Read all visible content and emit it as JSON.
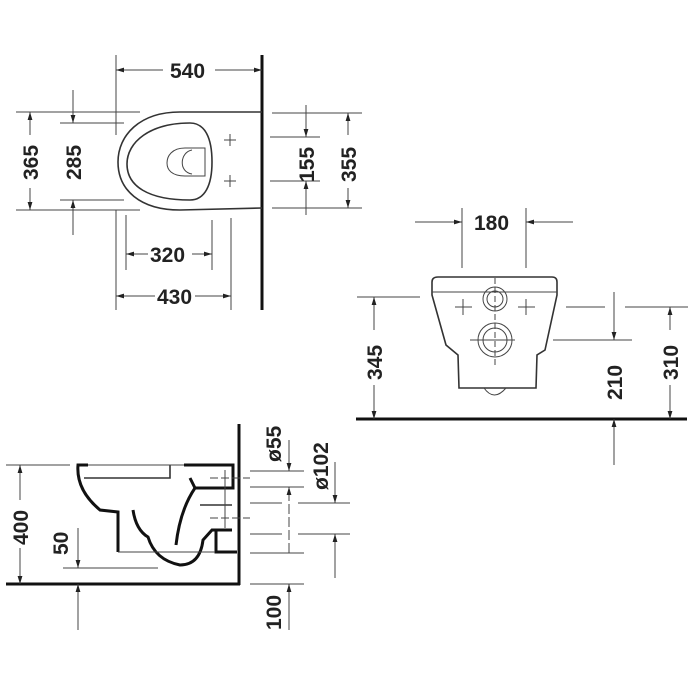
{
  "diagram": {
    "subject": "Wall-hung toilet dimension drawing",
    "units": "mm",
    "views": {
      "top": {
        "dimensions": {
          "overall_depth": "540",
          "outer_width": "365",
          "seat_width": "285",
          "seat_depth": "320",
          "bowl_depth": "430",
          "fixing_spacing": "155",
          "wall_width": "355"
        }
      },
      "front": {
        "dimensions": {
          "hole_spacing": "180",
          "fixing_height": "345",
          "outlet_height": "210",
          "bolt_height": "310"
        }
      },
      "side": {
        "dimensions": {
          "rim_height": "400",
          "trap_clearance": "50",
          "inlet_diameter": "ø55",
          "outlet_diameter": "ø102",
          "outlet_offset": "100"
        }
      }
    }
  }
}
